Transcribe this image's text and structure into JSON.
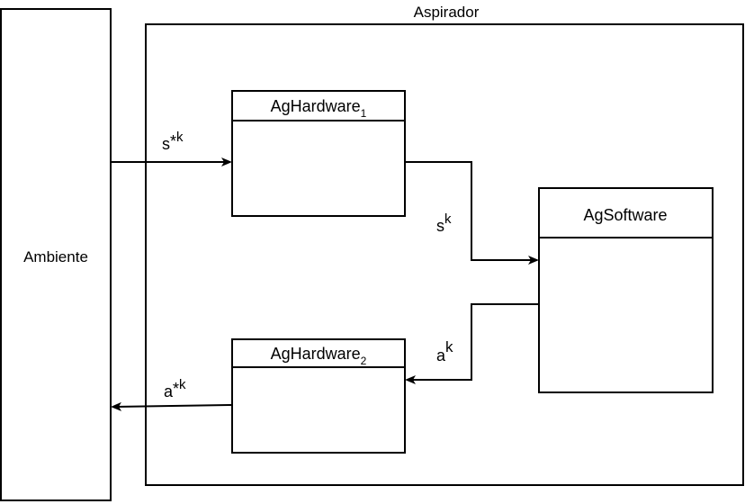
{
  "diagram": {
    "container": {
      "title": "Aspirador"
    },
    "environment": {
      "label": "Ambiente"
    },
    "blocks": {
      "hardware1": {
        "name": "AgHardware",
        "subscript": "1"
      },
      "hardware2": {
        "name": "AgHardware",
        "subscript": "2"
      },
      "software": {
        "name": "AgSoftware"
      }
    },
    "signals": {
      "s_star": {
        "base": "s",
        "mid": "*",
        "sup": "k"
      },
      "s": {
        "base": "s",
        "sup": "k"
      },
      "a": {
        "base": "a",
        "sup": "k"
      },
      "a_star": {
        "base": "a",
        "mid": "*",
        "sup": "k"
      }
    }
  }
}
